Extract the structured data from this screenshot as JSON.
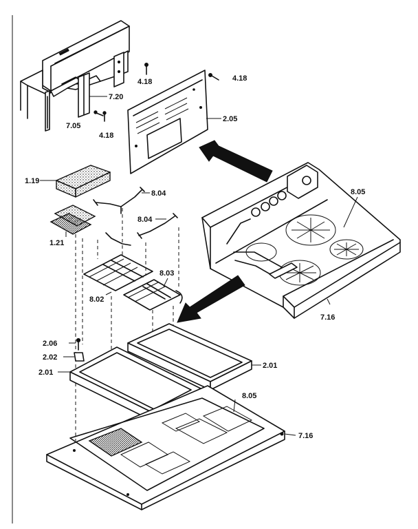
{
  "labels": {
    "l_4_18_a": "4.18",
    "l_4_18_b": "4.18",
    "l_4_18_c": "4.18",
    "l_7_20": "7.20",
    "l_7_05": "7.05",
    "l_2_05": "2.05",
    "l_1_19": "1.19",
    "l_8_04_a": "8.04",
    "l_8_04_b": "8.04",
    "l_1_21": "1.21",
    "l_8_05_top": "8.05",
    "l_8_03": "8.03",
    "l_8_02": "8.02",
    "l_7_16_top": "7.16",
    "l_2_06": "2.06",
    "l_2_02": "2.02",
    "l_2_01_left": "2.01",
    "l_2_01_right": "2.01",
    "l_8_05_bottom": "8.05",
    "l_7_16_bottom": "7.16"
  }
}
